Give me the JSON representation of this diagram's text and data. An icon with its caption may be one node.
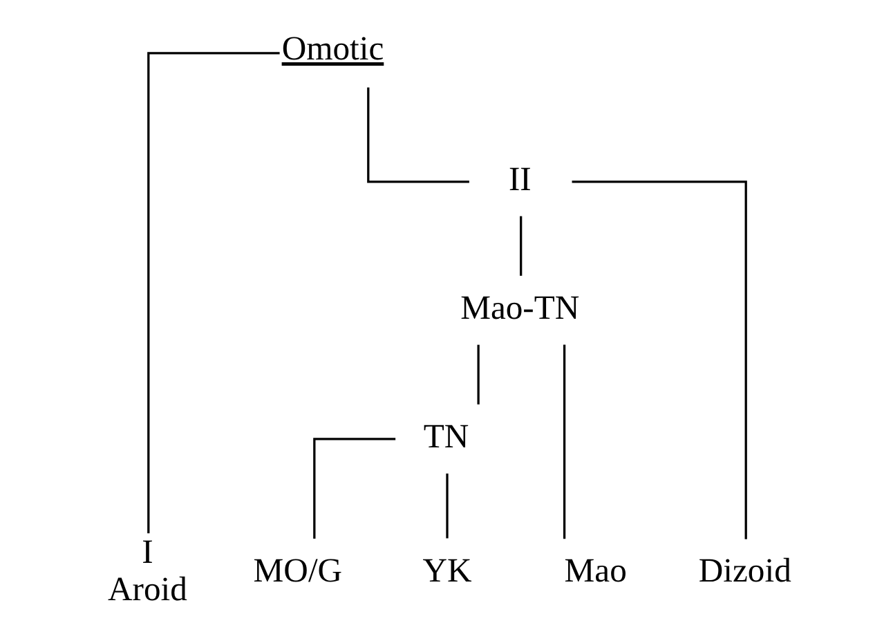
{
  "diagram": {
    "nodes": [
      {
        "text": [
          "Omotic"
        ]
      },
      {
        "text": [
          "I",
          "Aroid"
        ]
      },
      {
        "text": [
          "II"
        ]
      },
      {
        "text": [
          "Mao-TN"
        ]
      },
      {
        "text": [
          "TN"
        ]
      },
      {
        "text": [
          "Mao"
        ]
      },
      {
        "text": [
          "MO/G"
        ]
      },
      {
        "text": [
          "YK"
        ]
      },
      {
        "text": [
          "Dizoid"
        ]
      }
    ],
    "edges": [
      {
        "from": 0,
        "to": 1,
        "arrow": "none"
      },
      {
        "from": 0,
        "to": 2,
        "arrow": "none"
      },
      {
        "from": 2,
        "to": 3,
        "arrow": "none"
      },
      {
        "from": 2,
        "to": 8,
        "arrow": "none"
      },
      {
        "from": 3,
        "to": 5,
        "arrow": "none"
      },
      {
        "from": 3,
        "to": 4,
        "arrow": "none"
      },
      {
        "from": 4,
        "to": 6,
        "arrow": "none"
      },
      {
        "from": 4,
        "to": 7,
        "arrow": "none"
      }
    ]
  }
}
